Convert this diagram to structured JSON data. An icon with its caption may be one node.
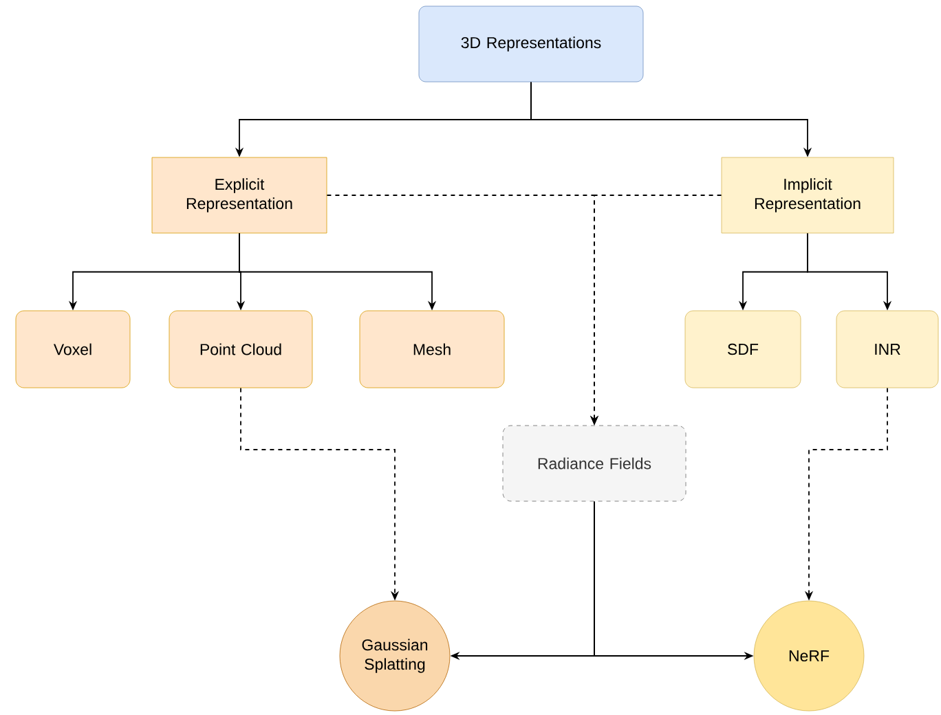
{
  "diagram": {
    "nodes": [
      {
        "text": [
          "3D Representations"
        ]
      },
      {
        "text": [
          "Explicit Representation"
        ]
      },
      {
        "text": [
          "Implicit Representation"
        ]
      },
      {
        "text": [
          "Voxel"
        ]
      },
      {
        "text": [
          "Point Cloud"
        ]
      },
      {
        "text": [
          "Mesh"
        ]
      },
      {
        "text": [
          "SDF"
        ]
      },
      {
        "text": [
          "INR"
        ]
      },
      {
        "text": [
          "Radiance Fields"
        ]
      },
      {
        "text": [
          "Gaussian Splatting"
        ]
      },
      {
        "text": [
          "NeRF"
        ]
      }
    ],
    "edges": [
      {
        "from": 0,
        "to": 1,
        "arrow": "to"
      },
      {
        "from": 0,
        "to": 2,
        "arrow": "to"
      },
      {
        "from": 1,
        "to": 3,
        "arrow": "to"
      },
      {
        "from": 1,
        "to": 4,
        "arrow": "to"
      },
      {
        "from": 1,
        "to": 5,
        "arrow": "to"
      },
      {
        "from": 2,
        "to": 6,
        "arrow": "to"
      },
      {
        "from": 2,
        "to": 7,
        "arrow": "to"
      },
      {
        "from": 1,
        "to": 8,
        "arrow": "to",
        "style": "dashed"
      },
      {
        "from": 2,
        "to": 8,
        "arrow": "to",
        "style": "dashed"
      },
      {
        "from": 4,
        "to": 9,
        "arrow": "to",
        "style": "dashed"
      },
      {
        "from": 7,
        "to": 10,
        "arrow": "to",
        "style": "dashed"
      },
      {
        "from": 8,
        "to": 9,
        "arrow": "to"
      },
      {
        "from": 8,
        "to": 10,
        "arrow": "to"
      }
    ]
  }
}
